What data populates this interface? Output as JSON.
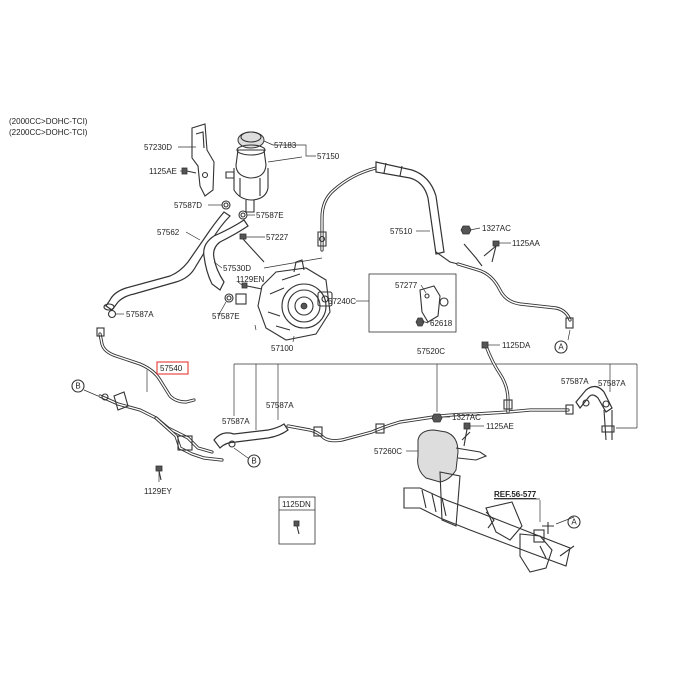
{
  "engine_notes": [
    "(2000CC>DOHC-TCI)",
    "(2200CC>DOHC-TCI)"
  ],
  "part_numbers": {
    "p57230D": "57230D",
    "p57183": "57183",
    "p57150": "57150",
    "p1125AE_top": "1125AE",
    "p57587D": "57587D",
    "p57587E_top": "57587E",
    "p57562": "57562",
    "p57227": "57227",
    "p57530D": "57530D",
    "p1129EN": "1129EN",
    "p57587A_left": "57587A",
    "p57587E_mid": "57587E",
    "p57100": "57100",
    "p57510": "57510",
    "p1327AC_top": "1327AC",
    "p1125AA": "1125AA",
    "p57240C": "57240C",
    "p57277": "57277",
    "p62618": "62618",
    "p57540": "57540",
    "p57520C": "57520C",
    "p1125DA": "1125DA",
    "p57587A_right1": "57587A",
    "p57587A_right2": "57587A",
    "p57587A_mid": "57587A",
    "p57587A_low": "57587A",
    "p1327AC_mid": "1327AC",
    "p1125AE_mid": "1125AE",
    "p57260C": "57260C",
    "p1129EY": "1129EY",
    "p1125DN": "1125DN"
  },
  "ref_label": "REF.56-577",
  "connectors": {
    "a": "A",
    "b": "B"
  },
  "highlight_color": "#e53935"
}
